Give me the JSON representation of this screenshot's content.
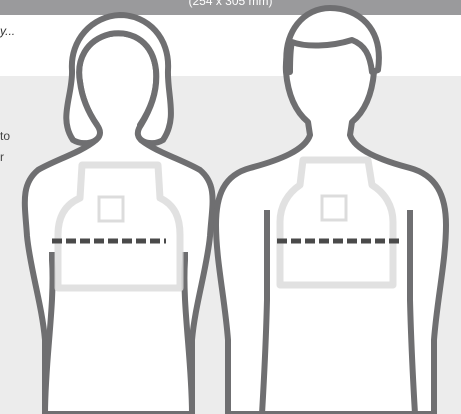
{
  "header": {
    "dimension_text": "(254 x 305 mm)"
  },
  "body_text": {
    "truncated_line": "y...",
    "side_line_1": "to",
    "side_line_2": "r"
  },
  "figures": [
    {
      "name": "female-silhouette"
    },
    {
      "name": "male-silhouette"
    }
  ],
  "colors": {
    "outline": "#6f6f71",
    "panel": "#ececec",
    "plate": "#dcdcdc",
    "measure_line": "#4a4a4a",
    "top_bar": "#9a9a9c"
  }
}
